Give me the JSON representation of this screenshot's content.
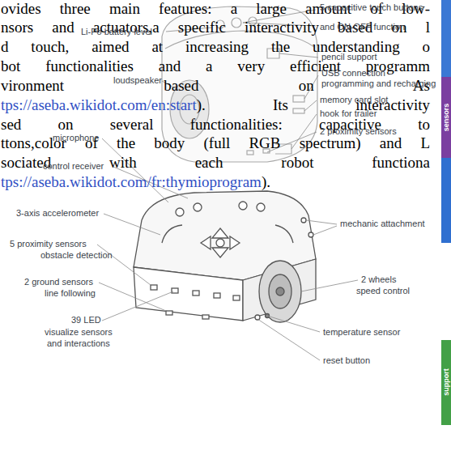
{
  "diagram": {
    "labels": [
      "ovides three main features: a large amount of low-",
      "nsors and actuators,a specific interactivity based on l",
      "d touch, aimed at increasing the understanding o",
      "bot functionalities and a very efficient programm",
      "vironment based on As",
      "tps://aseba.wikidot.com/en:start",
      "). Its interactivity",
      "sed on several functionalities: capacitive to",
      "ttons,color of the body (full RGB spectrum) and L",
      "sociated with each robot functiona",
      "tps://aseba.wikidot.com/fr:thymioprogram",
      ").",
      "5 capacitive touch buttons",
      "and ON-OFF function",
      "Li-Po battery level",
      "loudspeaker",
      "pencil support",
      "USB connection",
      "programming and recharging",
      "memory card slot",
      "hook for trailer",
      "2 proximity sensors",
      "microphone",
      "control receiver",
      "3-axis accelerometer",
      "5 proximity sensors",
      "obstacle detection",
      "2 ground sensors",
      "line following",
      "39 LED",
      "visualize sensors",
      "and interactions",
      "mechanic attachment",
      "2 wheels",
      "speed control",
      "temperature sensor",
      "reset button",
      "sensors",
      "support"
    ]
  }
}
